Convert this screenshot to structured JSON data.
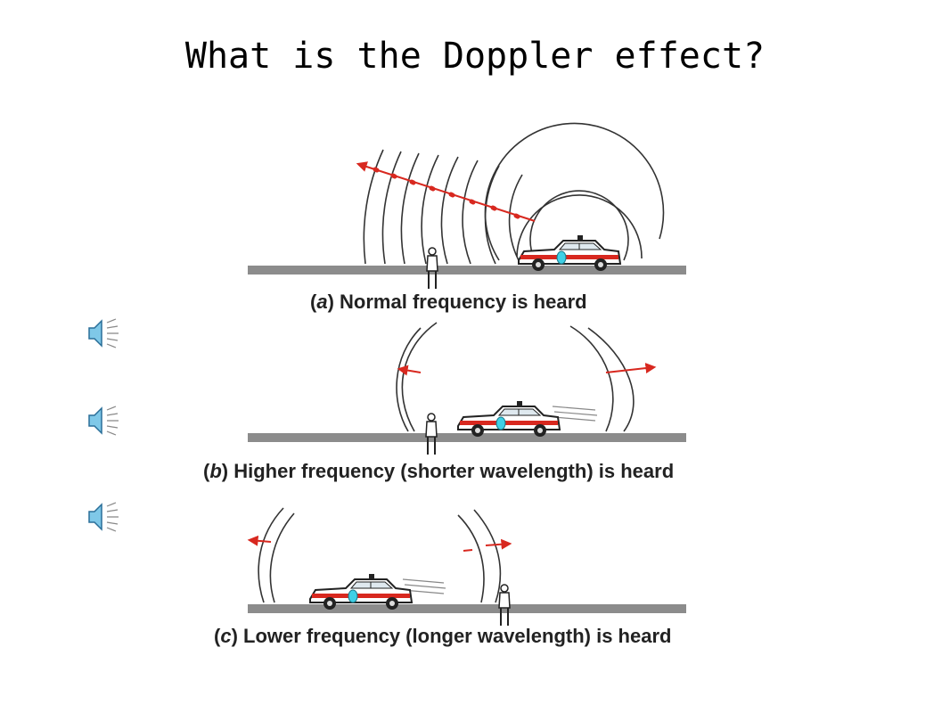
{
  "slide": {
    "title": "What is the Doppler effect?"
  },
  "panels": [
    {
      "letter": "a",
      "caption": "Normal frequency is heard"
    },
    {
      "letter": "b",
      "caption": "Higher frequency (shorter wavelength) is heard"
    },
    {
      "letter": "c",
      "caption": "Lower frequency (longer wavelength) is heard"
    }
  ],
  "audio": {
    "icon": "speaker-icon",
    "count": 3
  },
  "colors": {
    "road": "#8c8c8c",
    "wave": "#333333",
    "arrow": "#d8281f",
    "car_stripe": "#d8281f",
    "siren": "#3fd0e6"
  }
}
